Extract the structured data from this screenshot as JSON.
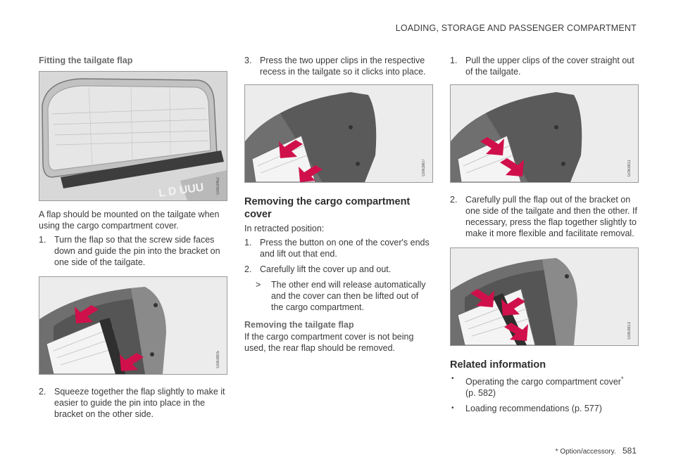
{
  "header": {
    "title": "LOADING, STORAGE AND PASSENGER COMPARTMENT"
  },
  "col1": {
    "subhead": "Fitting the tailgate flap",
    "fig1_code": "G063462",
    "intro": "A flap should be mounted on the tailgate when using the cargo compartment cover.",
    "step1_num": "1.",
    "step1": "Turn the flap so that the screw side faces down and guide the pin into the bracket on one side of the tailgate.",
    "fig2_code": "G063805",
    "step2_num": "2.",
    "step2": "Squeeze together the flap slightly to make it easier to guide the pin into place in the bracket on the other side."
  },
  "col2": {
    "step3_num": "3.",
    "step3": "Press the two upper clips in the respective recess in the tailgate so it clicks into place.",
    "fig3_code": "G063807",
    "heading": "Removing the cargo compartment cover",
    "intro": "In retracted position:",
    "step1_num": "1.",
    "step1": "Press the button on one of the cover's ends and lift out that end.",
    "step2_num": "2.",
    "step2": "Carefully lift the cover up and out.",
    "result_marker": ">",
    "result": "The other end will release automatically and the cover can then be lifted out of the cargo compartment.",
    "subhead": "Removing the tailgate flap",
    "para": "If the cargo compartment cover is not being used, the rear flap should be removed."
  },
  "col3": {
    "step1_num": "1.",
    "step1": "Pull the upper clips of the cover straight out of the tailgate.",
    "fig4_code": "G063811",
    "step2_num": "2.",
    "step2": "Carefully pull the flap out of the bracket on one side of the tailgate and then the other. If necessary, press the flap together slightly to make it more flexible and facilitate removal.",
    "fig5_code": "G063813",
    "heading": "Related information",
    "bullet_marker": "•",
    "link1": "Operating the cargo compartment cover",
    "link1_star": "*",
    "link1_page": "(p. 582)",
    "link2": "Loading recommendations (p. 577)"
  },
  "footer": {
    "note": "* Option/accessory.",
    "page": "581"
  },
  "colors": {
    "arrow": "#d0104a",
    "glass": "#f4f4f4",
    "dark": "#4a4a4a"
  }
}
